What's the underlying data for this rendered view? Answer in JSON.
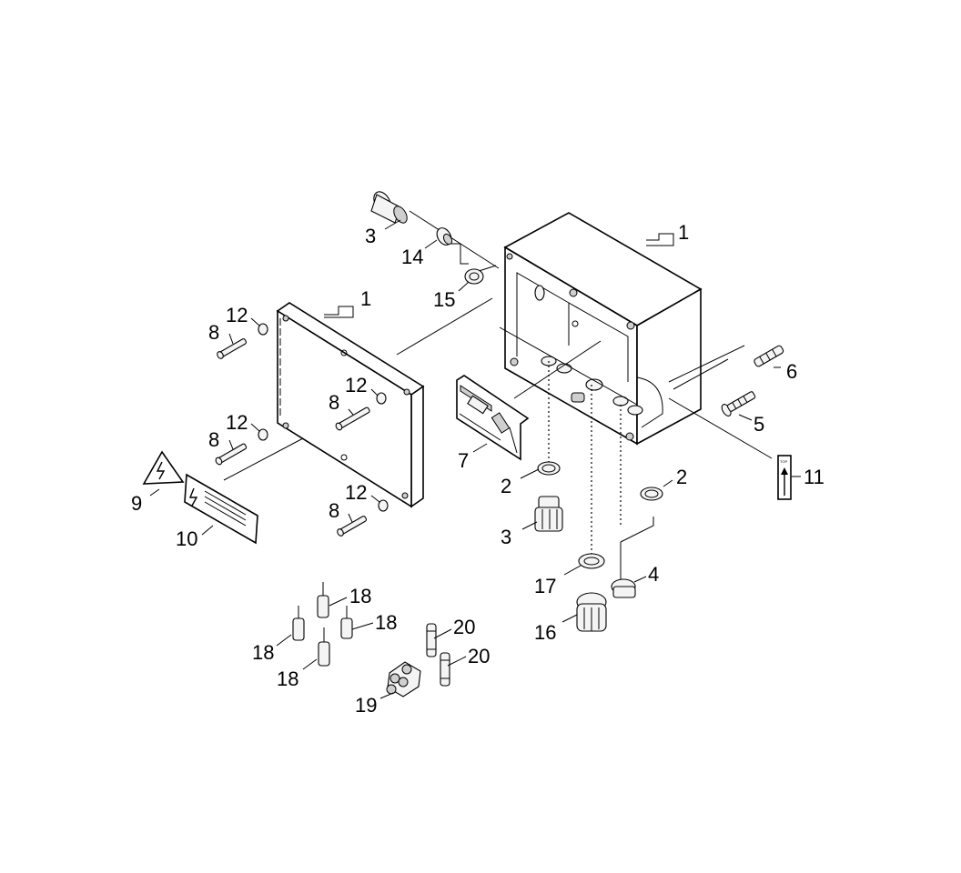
{
  "callouts": {
    "box_1": "1",
    "lid_1": "1",
    "gland_top_3": "3",
    "nut_14": "14",
    "ring_15": "15",
    "washer_12a": "12",
    "washer_12b": "12",
    "washer_12c": "12",
    "washer_12d": "12",
    "screw_8a": "8",
    "screw_8b": "8",
    "screw_8c": "8",
    "screw_8d": "8",
    "anchor_6": "6",
    "woodscrew_5": "5",
    "board_7": "7",
    "ring_2a": "2",
    "ring_2b": "2",
    "gland_3b": "3",
    "label_11": "11",
    "warn_9": "9",
    "warn_10": "10",
    "seal_17": "17",
    "reducer_4": "4",
    "gland_16": "16",
    "ferrule_18a": "18",
    "ferrule_18b": "18",
    "ferrule_18c": "18",
    "ferrule_18d": "18",
    "fuse_20a": "20",
    "fuse_20b": "20",
    "terminal_19": "19"
  },
  "label_top_text": "TOP"
}
